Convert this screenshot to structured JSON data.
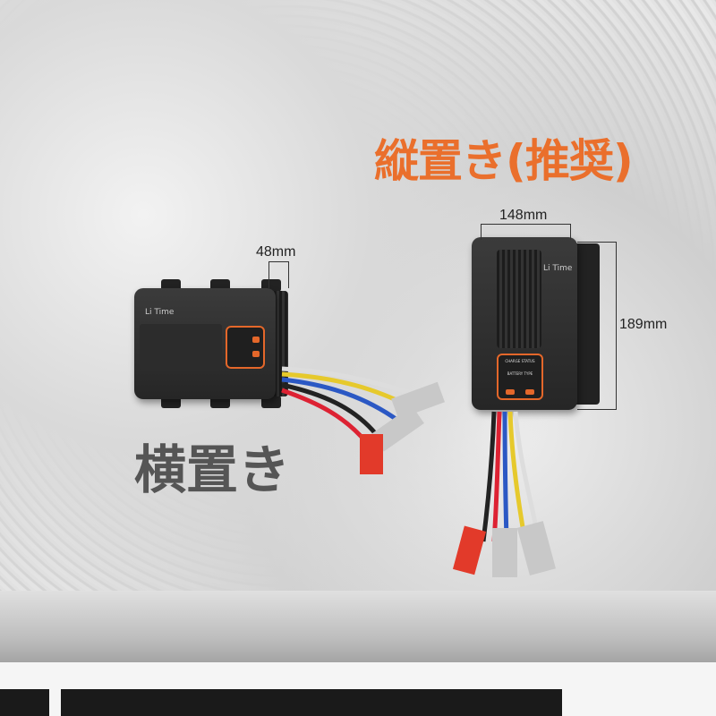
{
  "headline_vertical": "縦置き(推奨)",
  "headline_horizontal": "横置き",
  "dimensions": {
    "width": "148mm",
    "height": "189mm",
    "depth": "48mm"
  },
  "brand": "Li Time",
  "panel": {
    "charge_status": "CHARGE STATUS",
    "battery_type": "BATTERY TYPE"
  },
  "colors": {
    "accent": "#ea6f2c",
    "device": "#2e2e2e"
  }
}
